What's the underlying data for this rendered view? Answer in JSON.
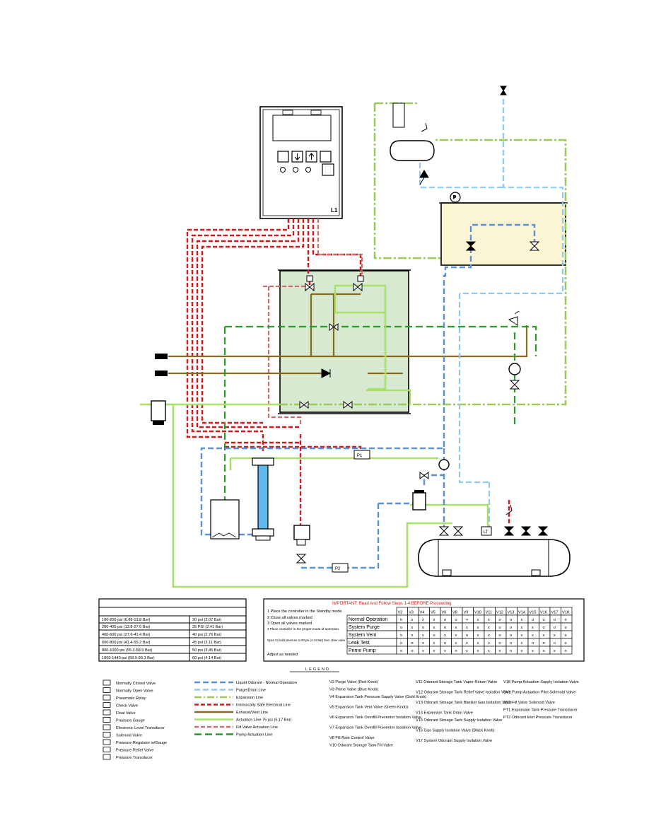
{
  "controller": {
    "model_label": "L1",
    "btn1": "",
    "btn2": "",
    "btn3": ""
  },
  "tags": {
    "p1": "P1",
    "p2": "P2",
    "lt": "LT"
  },
  "warning_text": "IMPORTANT: Read And Follow Steps 1-4 BEFORE Proceeding",
  "pressure_table": {
    "rows": [
      [
        "100-200 psi (6.89-13.8 Bar)",
        "30 psi (2.07 Bar)"
      ],
      [
        "200-400 psi (13.8-27.6 Bar)",
        "35 PSI (2.41 Bar)"
      ],
      [
        "400-600 psi (27.6-41.4 Bar)",
        "40 psi (2.76 Bar)"
      ],
      [
        "600-800 psi (41.4-55.2 Bar)",
        "45 psi (3.11 Bar)"
      ],
      [
        "800-1000 psi (55.2-68.9 Bar)",
        "50 psi (3.45 Bar)"
      ],
      [
        "1000-1440 psi (68.9-99.3 Bar)",
        "60 psi (4.14 Bar)"
      ]
    ]
  },
  "notes": [
    "1  Place the controller in the Standby mode.",
    "2  Close all valves marked",
    "3  Open all valves marked",
    "4  Place controller in the proper mode of operation.",
    "Open to build pressure to 60 psi (4.14 Bar) then close valve",
    "Adjust as needed"
  ],
  "valve_matrix": {
    "columns": [
      "V2",
      "V3",
      "V4",
      "V5",
      "V6",
      "V8",
      "V9",
      "V10",
      "V11",
      "V12",
      "V13",
      "V14",
      "V15",
      "V16",
      "V17",
      "V18"
    ],
    "rows": [
      {
        "label": "Normal Operation",
        "cells": [
          "o",
          "x",
          "x",
          "x",
          "o",
          "o",
          "+",
          "x",
          "x",
          "o",
          "o",
          "x",
          "o",
          "o",
          "o",
          "o"
        ]
      },
      {
        "label": "System Purge",
        "cells": [
          "o",
          "x",
          "o",
          "x",
          "o",
          "x",
          "x",
          "x",
          "x",
          "o",
          "o",
          "x",
          "x",
          "o",
          "o",
          "o"
        ]
      },
      {
        "label": "System Vent",
        "cells": [
          "o",
          "x",
          "x",
          "o",
          "x",
          "x",
          "o",
          "x",
          "x",
          "o",
          "o",
          "x",
          "x",
          "x",
          "x",
          "o"
        ]
      },
      {
        "label": "Leak Test",
        "cells": [
          "o",
          "o",
          "o",
          "x",
          "o",
          "x",
          "x",
          "x",
          "x",
          "o",
          "o",
          "x",
          "o",
          "o",
          "o",
          "o"
        ]
      },
      {
        "label": "Prime Pump",
        "cells": [
          "x",
          "o",
          "x",
          "x",
          "x",
          "o",
          "x",
          "x",
          "x",
          "x",
          "o",
          "x",
          "x",
          "o",
          "x",
          "o"
        ]
      }
    ]
  },
  "legend": {
    "title": "LEGEND",
    "symbols": [
      "Normally Closed Valve",
      "Normally Open Valve",
      "Pneumatic Relay",
      "Check Valve",
      "Float Valve",
      "Pressure Gauge",
      "Electronic Level Transducer",
      "Solenoid Valve",
      "Pressure Regulator w/Gauge",
      "Pressure Relief Valve",
      "Pressure Transducer"
    ],
    "lines": [
      {
        "label": "Liquid Odorant - Normal Operation",
        "color": "#5b8fd6",
        "dash": "8 4"
      },
      {
        "label": "Purge/Drain Line",
        "color": "#8ec8f0",
        "dash": "8 4"
      },
      {
        "label": "Expansion Line",
        "color": "#9bcb5a",
        "dash": "10 3 2 3"
      },
      {
        "label": "Intrinsically Safe Electrical Line",
        "color": "#d21a1a",
        "dash": "6 3"
      },
      {
        "label": "Exhaust/Vent Line",
        "color": "#8a6a1a",
        "dash": ""
      },
      {
        "label": "Actuation Line 75 psi (5.17 Bar)",
        "color": "#a8e06a",
        "dash": ""
      },
      {
        "label": "Fill Valve Actuation Line",
        "color": "#c87070",
        "dash": "6 3"
      },
      {
        "label": "Pump Actuation Line",
        "color": "#2a9a2a",
        "dash": "10 5"
      }
    ],
    "valves_col1": [
      "V2 Purge Valve (Red Knob)",
      "V3 Prime Valve (Blue Knob)",
      "V4 Expansion Tank Pressure Supply Valve (Gold Knob)",
      "V5 Expansion Tank Vent Valve (Green Knob)",
      "V6 Expansion Tank Overfill Preventer Isolation Valve",
      "V7 Expansion Tank Overfill Preventer Isolation Valve",
      "V8 Fill Rate Control Valve",
      "V10 Odorant Storage Tank Fill Valve"
    ],
    "valves_col2": [
      "V11 Odorant Storage Tank Vapor Return Valve",
      "V12 Odorant Storage Tank Relief Valve Isolation Valve",
      "V13 Odorant Storage Tank Blanket Gas Isolation Valve",
      "V14 Expansion Tank Drain Valve",
      "V15 Odorant Storage Tank Supply Isolation Valve",
      "V16 Gas Supply Isolation Valve (Black Knob)",
      "V17 System Odorant Supply Isolation Valve"
    ],
    "valves_col3": [
      "V18 Pump Actuation Supply Isolation Valve",
      "SV1 Pump Actuation Pilot Solenoid Valve",
      "SV2 Fill Valve Solenoid Valve",
      "PT1 Expansion Tank Pressure Transducer",
      "PT2 Odorant Inlet Pressure Transducer"
    ]
  }
}
